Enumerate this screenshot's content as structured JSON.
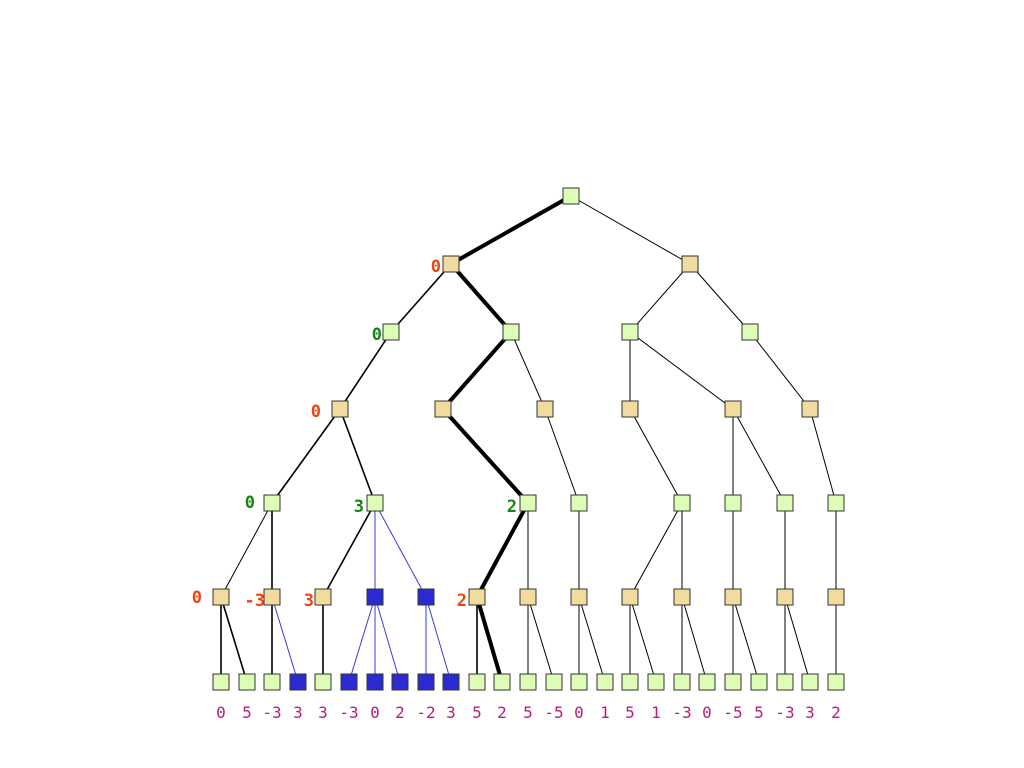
{
  "colors": {
    "max_fill": "#ddfcb6",
    "min_fill": "#f1db9e",
    "pruned_fill": "#2b2bd4",
    "pruned_edge": "#3b3bd6",
    "edge": "#000000",
    "node_stroke": "#333333",
    "label_min": "#ee4411",
    "label_max": "#118811",
    "leaf_label": "#c01a78"
  },
  "nodes": [
    {
      "id": "n0",
      "kind": "max",
      "label": ""
    },
    {
      "id": "n1",
      "kind": "min",
      "label": "0"
    },
    {
      "id": "n2",
      "kind": "min",
      "label": ""
    },
    {
      "id": "n3",
      "kind": "max",
      "label": "0"
    },
    {
      "id": "n4",
      "kind": "max",
      "label": ""
    },
    {
      "id": "n5",
      "kind": "max",
      "label": ""
    },
    {
      "id": "n6",
      "kind": "max",
      "label": ""
    },
    {
      "id": "n7",
      "kind": "min",
      "label": "0"
    },
    {
      "id": "n8",
      "kind": "min",
      "label": ""
    },
    {
      "id": "n9",
      "kind": "min",
      "label": ""
    },
    {
      "id": "n10",
      "kind": "min",
      "label": ""
    },
    {
      "id": "n11",
      "kind": "min",
      "label": ""
    },
    {
      "id": "n12",
      "kind": "min",
      "label": ""
    },
    {
      "id": "n13",
      "kind": "max",
      "label": "0"
    },
    {
      "id": "n14",
      "kind": "max",
      "label": "3"
    },
    {
      "id": "n15",
      "kind": "max",
      "label": "2"
    },
    {
      "id": "n16",
      "kind": "max",
      "label": ""
    },
    {
      "id": "n17",
      "kind": "max",
      "label": ""
    },
    {
      "id": "n18",
      "kind": "max",
      "label": ""
    },
    {
      "id": "n19",
      "kind": "max",
      "label": ""
    },
    {
      "id": "n20",
      "kind": "max",
      "label": ""
    },
    {
      "id": "n21",
      "kind": "min",
      "label": "0"
    },
    {
      "id": "n22",
      "kind": "min",
      "label": "-3"
    },
    {
      "id": "n23",
      "kind": "min",
      "label": "3"
    },
    {
      "id": "n24",
      "kind": "pruned",
      "label": ""
    },
    {
      "id": "n25",
      "kind": "pruned",
      "label": ""
    },
    {
      "id": "n26",
      "kind": "min",
      "label": "2"
    },
    {
      "id": "n27",
      "kind": "min",
      "label": ""
    },
    {
      "id": "n28",
      "kind": "min",
      "label": ""
    },
    {
      "id": "n29",
      "kind": "min",
      "label": ""
    },
    {
      "id": "n30",
      "kind": "min",
      "label": ""
    },
    {
      "id": "n31",
      "kind": "min",
      "label": ""
    },
    {
      "id": "n32",
      "kind": "min",
      "label": ""
    },
    {
      "id": "n33",
      "kind": "min",
      "label": ""
    }
  ],
  "leaves": [
    {
      "id": "L0",
      "kind": "max",
      "value": "0"
    },
    {
      "id": "L1",
      "kind": "max",
      "value": "5"
    },
    {
      "id": "L2",
      "kind": "max",
      "value": "-3"
    },
    {
      "id": "L3",
      "kind": "pruned",
      "value": "3"
    },
    {
      "id": "L4",
      "kind": "max",
      "value": "3"
    },
    {
      "id": "L5",
      "kind": "pruned",
      "value": "-3"
    },
    {
      "id": "L6",
      "kind": "pruned",
      "value": "0"
    },
    {
      "id": "L7",
      "kind": "pruned",
      "value": "2"
    },
    {
      "id": "L8",
      "kind": "pruned",
      "value": "-2"
    },
    {
      "id": "L9",
      "kind": "pruned",
      "value": "3"
    },
    {
      "id": "L10",
      "kind": "max",
      "value": "5"
    },
    {
      "id": "L11",
      "kind": "max",
      "value": "2"
    },
    {
      "id": "L12",
      "kind": "max",
      "value": "5"
    },
    {
      "id": "L13",
      "kind": "max",
      "value": "-5"
    },
    {
      "id": "L14",
      "kind": "max",
      "value": "0"
    },
    {
      "id": "L15",
      "kind": "max",
      "value": "1"
    },
    {
      "id": "L16",
      "kind": "max",
      "value": "5"
    },
    {
      "id": "L17",
      "kind": "max",
      "value": "1"
    },
    {
      "id": "L18",
      "kind": "max",
      "value": "-3"
    },
    {
      "id": "L19",
      "kind": "max",
      "value": "0"
    },
    {
      "id": "L20",
      "kind": "max",
      "value": "-5"
    },
    {
      "id": "L21",
      "kind": "max",
      "value": "5"
    },
    {
      "id": "L22",
      "kind": "max",
      "value": "-3"
    },
    {
      "id": "L23",
      "kind": "max",
      "value": "3"
    },
    {
      "id": "L24",
      "kind": "max",
      "value": "2"
    }
  ],
  "edges": [
    {
      "from": "n0",
      "to": "n1",
      "style": "bold"
    },
    {
      "from": "n0",
      "to": "n2",
      "style": "thin"
    },
    {
      "from": "n1",
      "to": "n3",
      "style": "normal"
    },
    {
      "from": "n1",
      "to": "n4",
      "style": "bold"
    },
    {
      "from": "n2",
      "to": "n5",
      "style": "thin"
    },
    {
      "from": "n2",
      "to": "n6",
      "style": "thin"
    },
    {
      "from": "n3",
      "to": "n7",
      "style": "normal"
    },
    {
      "from": "n4",
      "to": "n8",
      "style": "bold"
    },
    {
      "from": "n4",
      "to": "n9",
      "style": "thin"
    },
    {
      "from": "n5",
      "to": "n10",
      "style": "thin"
    },
    {
      "from": "n5",
      "to": "n11",
      "style": "thin"
    },
    {
      "from": "n6",
      "to": "n12",
      "style": "thin"
    },
    {
      "from": "n7",
      "to": "n13",
      "style": "normal"
    },
    {
      "from": "n7",
      "to": "n14",
      "style": "normal"
    },
    {
      "from": "n8",
      "to": "n15",
      "style": "bold"
    },
    {
      "from": "n9",
      "to": "n16",
      "style": "thin"
    },
    {
      "from": "n10",
      "to": "n17",
      "style": "thin"
    },
    {
      "from": "n11",
      "to": "n18",
      "style": "thin"
    },
    {
      "from": "n11",
      "to": "n19",
      "style": "thin"
    },
    {
      "from": "n12",
      "to": "n20",
      "style": "thin"
    },
    {
      "from": "n13",
      "to": "n21",
      "style": "thin"
    },
    {
      "from": "n13",
      "to": "n22",
      "style": "normal"
    },
    {
      "from": "n14",
      "to": "n23",
      "style": "normal"
    },
    {
      "from": "n14",
      "to": "n24",
      "style": "pruned"
    },
    {
      "from": "n14",
      "to": "n25",
      "style": "pruned"
    },
    {
      "from": "n15",
      "to": "n26",
      "style": "bold"
    },
    {
      "from": "n15",
      "to": "n27",
      "style": "thin"
    },
    {
      "from": "n16",
      "to": "n28",
      "style": "thin"
    },
    {
      "from": "n17",
      "to": "n29",
      "style": "thin"
    },
    {
      "from": "n17",
      "to": "n30",
      "style": "thin"
    },
    {
      "from": "n18",
      "to": "n31",
      "style": "thin"
    },
    {
      "from": "n19",
      "to": "n32",
      "style": "thin"
    },
    {
      "from": "n20",
      "to": "n33",
      "style": "thin"
    },
    {
      "from": "n21",
      "to": "L0",
      "style": "normal"
    },
    {
      "from": "n21",
      "to": "L1",
      "style": "normal"
    },
    {
      "from": "n22",
      "to": "L2",
      "style": "normal"
    },
    {
      "from": "n22",
      "to": "L3",
      "style": "pruned"
    },
    {
      "from": "n23",
      "to": "L4",
      "style": "normal"
    },
    {
      "from": "n24",
      "to": "L5",
      "style": "pruned"
    },
    {
      "from": "n24",
      "to": "L6",
      "style": "pruned"
    },
    {
      "from": "n24",
      "to": "L7",
      "style": "pruned"
    },
    {
      "from": "n25",
      "to": "L8",
      "style": "pruned"
    },
    {
      "from": "n25",
      "to": "L9",
      "style": "pruned"
    },
    {
      "from": "n26",
      "to": "L10",
      "style": "normal"
    },
    {
      "from": "n26",
      "to": "L11",
      "style": "bold"
    },
    {
      "from": "n27",
      "to": "L12",
      "style": "thin"
    },
    {
      "from": "n27",
      "to": "L13",
      "style": "thin"
    },
    {
      "from": "n28",
      "to": "L14",
      "style": "thin"
    },
    {
      "from": "n28",
      "to": "L15",
      "style": "thin"
    },
    {
      "from": "n29",
      "to": "L16",
      "style": "thin"
    },
    {
      "from": "n29",
      "to": "L17",
      "style": "thin"
    },
    {
      "from": "n30",
      "to": "L18",
      "style": "thin"
    },
    {
      "from": "n30",
      "to": "L19",
      "style": "thin"
    },
    {
      "from": "n31",
      "to": "L20",
      "style": "thin"
    },
    {
      "from": "n31",
      "to": "L21",
      "style": "thin"
    },
    {
      "from": "n32",
      "to": "L22",
      "style": "thin"
    },
    {
      "from": "n32",
      "to": "L23",
      "style": "thin"
    },
    {
      "from": "n33",
      "to": "L24",
      "style": "thin"
    }
  ]
}
